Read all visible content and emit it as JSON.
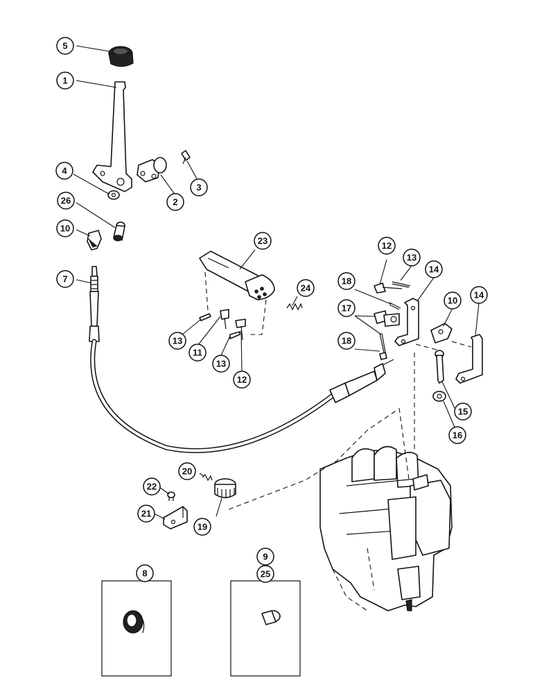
{
  "callouts": [
    {
      "label": "5",
      "part": "lever-knob"
    },
    {
      "label": "1",
      "part": "control-lever"
    },
    {
      "label": "4",
      "part": "lever-nut"
    },
    {
      "label": "2",
      "part": "pivot-bracket"
    },
    {
      "label": "3",
      "part": "bracket-bolt"
    },
    {
      "label": "26",
      "part": "ball-joint-pin"
    },
    {
      "label": "10",
      "part": "cable-clevis-upper"
    },
    {
      "label": "7",
      "part": "control-cable"
    },
    {
      "label": "23",
      "part": "detent-housing"
    },
    {
      "label": "24",
      "part": "detent-spring"
    },
    {
      "label": "13",
      "part": "cotter-pin-left"
    },
    {
      "label": "11",
      "part": "clevis-pin"
    },
    {
      "label": "13",
      "part": "cotter-pin-center"
    },
    {
      "label": "12",
      "part": "pin-lower"
    },
    {
      "label": "12",
      "part": "pin-upper"
    },
    {
      "label": "13",
      "part": "cotter-pin-upper"
    },
    {
      "label": "14",
      "part": "mounting-bracket-left"
    },
    {
      "label": "18",
      "part": "cotter-pin-upper-right"
    },
    {
      "label": "17",
      "part": "pivot-pin"
    },
    {
      "label": "18",
      "part": "cotter-pin-lower-right"
    },
    {
      "label": "10",
      "part": "cable-clevis-right"
    },
    {
      "label": "14",
      "part": "mounting-bracket-right"
    },
    {
      "label": "15",
      "part": "adjusting-bolt"
    },
    {
      "label": "16",
      "part": "jam-nut"
    },
    {
      "label": "20",
      "part": "set-screw"
    },
    {
      "label": "22",
      "part": "bracket-screw"
    },
    {
      "label": "21",
      "part": "cable-bracket"
    },
    {
      "label": "19",
      "part": "cable-knob"
    },
    {
      "label": "8",
      "part": "grommet-inset"
    },
    {
      "label": "9",
      "part": "plug-inset-a"
    },
    {
      "label": "25",
      "part": "plug-inset-b"
    }
  ]
}
